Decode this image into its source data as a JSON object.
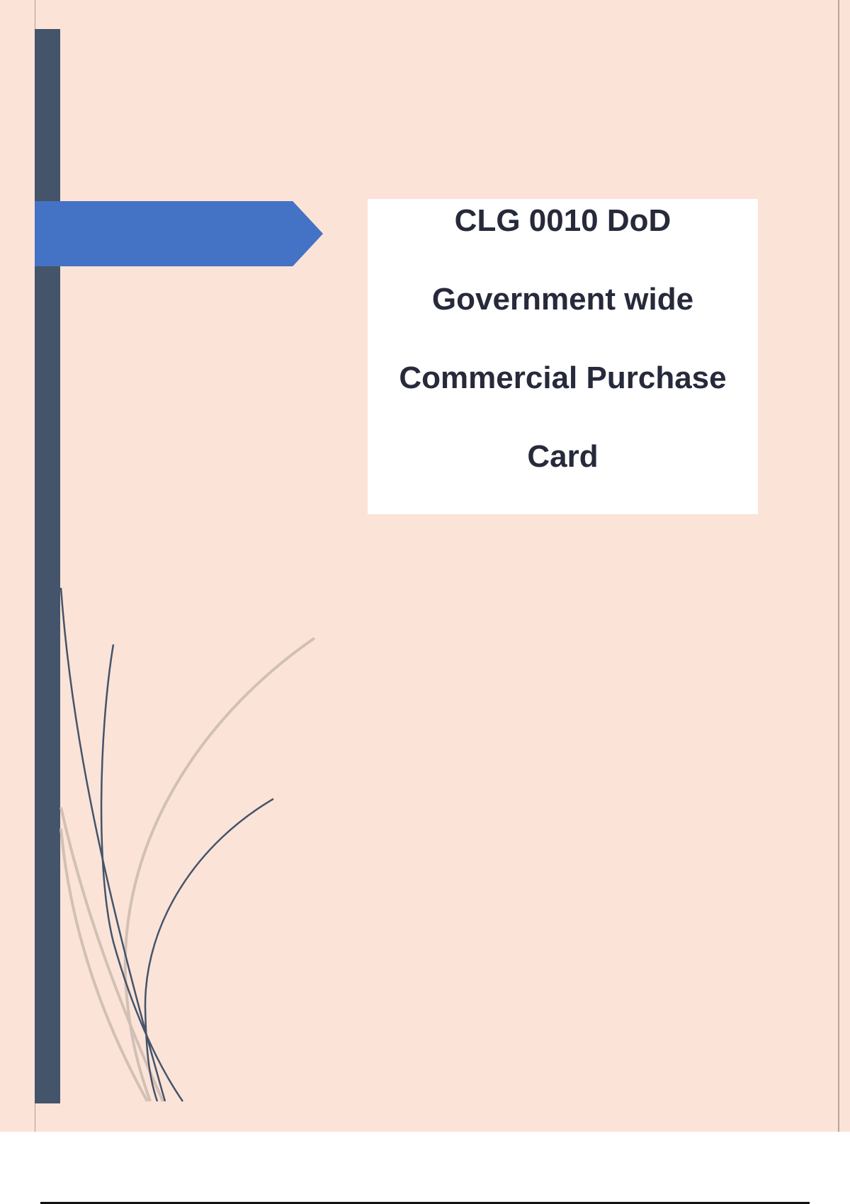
{
  "document": {
    "type": "cover-page",
    "title_lines": [
      "CLG 0010 DoD",
      "Government wide",
      "Commercial Purchase",
      "Card"
    ]
  },
  "colors": {
    "page_background": "#fbe3d8",
    "sidebar_bar": "#44546a",
    "arrow_banner": "#4472c4",
    "title_box": "#ffffff",
    "title_text": "#262a3a",
    "curve_dark": "#44546a",
    "curve_light": "#d2c0b5"
  },
  "decorations": {
    "sidebar_bar_icon": "vertical-bar",
    "arrow_banner_icon": "pentagon-arrow-right",
    "curves_icon": "decorative-grass-curves"
  }
}
